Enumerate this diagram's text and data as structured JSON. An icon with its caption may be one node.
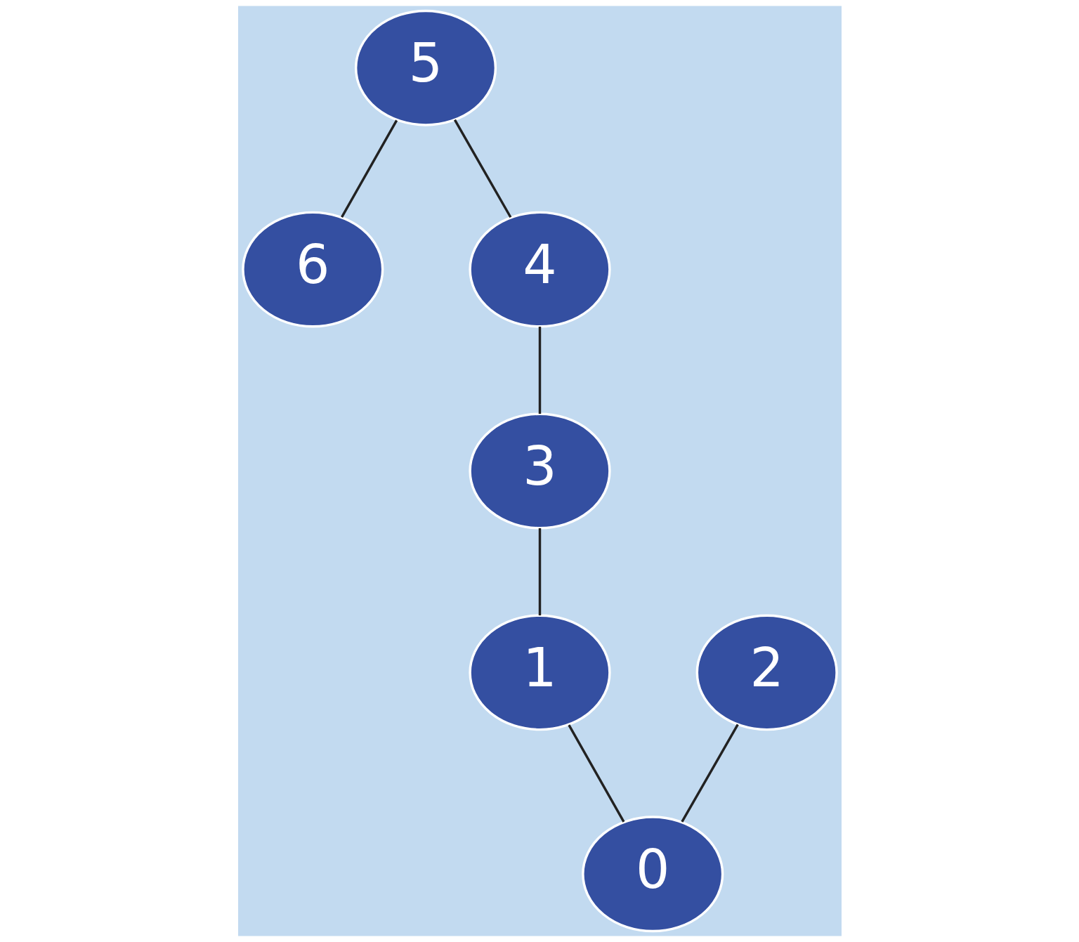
{
  "diagram": {
    "nodes": [
      {
        "text": [
          "5"
        ]
      },
      {
        "text": [
          "2"
        ]
      },
      {
        "text": [
          "6"
        ]
      },
      {
        "text": [
          "4"
        ]
      },
      {
        "text": [
          "0"
        ]
      },
      {
        "text": [
          "3"
        ]
      },
      {
        "text": [
          "1"
        ]
      }
    ],
    "edges": [
      {
        "from": 0,
        "to": 2,
        "arrow": "none"
      },
      {
        "from": 0,
        "to": 3,
        "arrow": "none"
      },
      {
        "from": 1,
        "to": 4,
        "arrow": "none"
      },
      {
        "from": 3,
        "to": 5,
        "arrow": "none"
      },
      {
        "from": 5,
        "to": 6,
        "arrow": "none"
      },
      {
        "from": 6,
        "to": 4,
        "arrow": "none"
      }
    ]
  }
}
